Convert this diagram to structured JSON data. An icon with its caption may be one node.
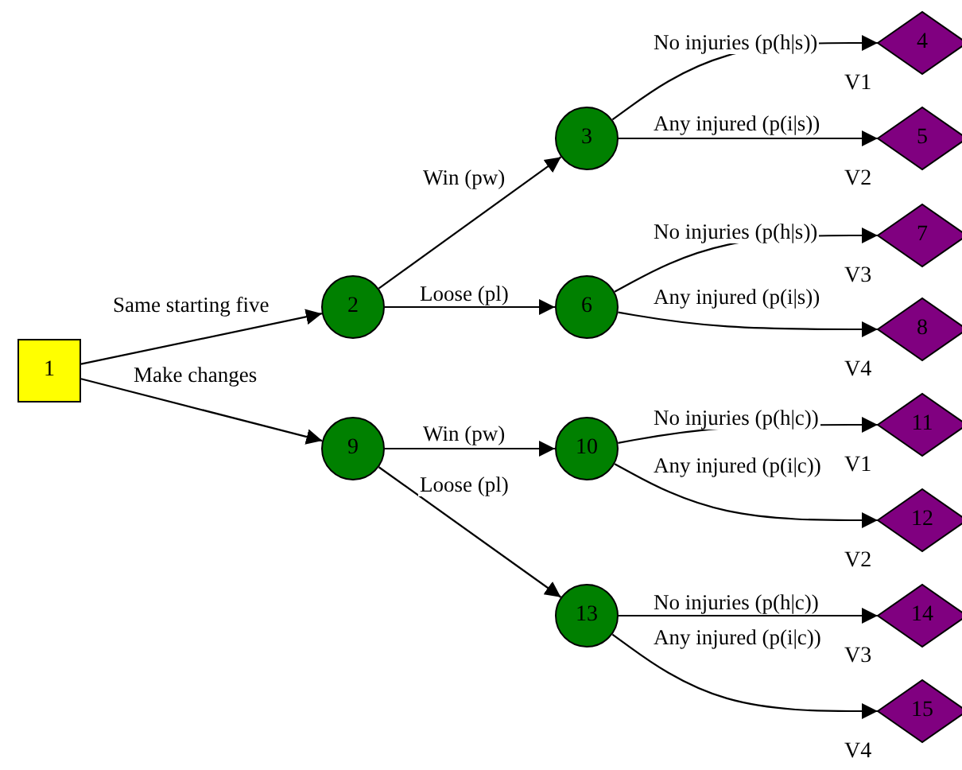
{
  "diagram": {
    "nodes": [
      {
        "text": [
          "1"
        ]
      },
      {
        "text": [
          "2"
        ]
      },
      {
        "text": [
          "3"
        ]
      },
      {
        "text": [
          "4"
        ],
        "beside": [
          "V1"
        ]
      },
      {
        "text": [
          "5"
        ],
        "beside": [
          "V2"
        ]
      },
      {
        "text": [
          "6"
        ]
      },
      {
        "text": [
          "7"
        ],
        "beside": [
          "V3"
        ]
      },
      {
        "text": [
          "8"
        ],
        "beside": [
          "V4"
        ]
      },
      {
        "text": [
          "9"
        ]
      },
      {
        "text": [
          "10"
        ]
      },
      {
        "text": [
          "11"
        ],
        "beside": [
          "V1"
        ]
      },
      {
        "text": [
          "12"
        ],
        "beside": [
          "V2"
        ]
      },
      {
        "text": [
          "13"
        ]
      },
      {
        "text": [
          "14"
        ],
        "beside": [
          "V3"
        ]
      },
      {
        "text": [
          "15"
        ],
        "beside": [
          "V4"
        ]
      }
    ],
    "edges": [
      {
        "from": 0,
        "to": 1,
        "arrow": "to",
        "label": "Same starting five"
      },
      {
        "from": 0,
        "to": 8,
        "arrow": "to",
        "label": "Make changes"
      },
      {
        "from": 1,
        "to": 2,
        "arrow": "to",
        "label": "Win (pw)"
      },
      {
        "from": 1,
        "to": 5,
        "arrow": "to",
        "label": "Loose (pl)"
      },
      {
        "from": 2,
        "to": 3,
        "arrow": "to",
        "label": "No injuries (p(h|s))"
      },
      {
        "from": 2,
        "to": 4,
        "arrow": "to",
        "label": "Any injured (p(i|s))"
      },
      {
        "from": 5,
        "to": 6,
        "arrow": "to",
        "label": "No injuries (p(h|s))"
      },
      {
        "from": 5,
        "to": 7,
        "arrow": "to",
        "label": "Any injured (p(i|s))"
      },
      {
        "from": 8,
        "to": 9,
        "arrow": "to",
        "label": "Win (pw)"
      },
      {
        "from": 8,
        "to": 12,
        "arrow": "to",
        "label": "Loose (pl)"
      },
      {
        "from": 9,
        "to": 10,
        "arrow": "to",
        "label": "No injuries (p(h|c))"
      },
      {
        "from": 9,
        "to": 11,
        "arrow": "to",
        "label": "Any injured (p(i|c))"
      },
      {
        "from": 12,
        "to": 13,
        "arrow": "to",
        "label": "No injuries (p(h|c))"
      },
      {
        "from": 12,
        "to": 14,
        "arrow": "to",
        "label": "Any injured (p(i|c))"
      }
    ]
  }
}
